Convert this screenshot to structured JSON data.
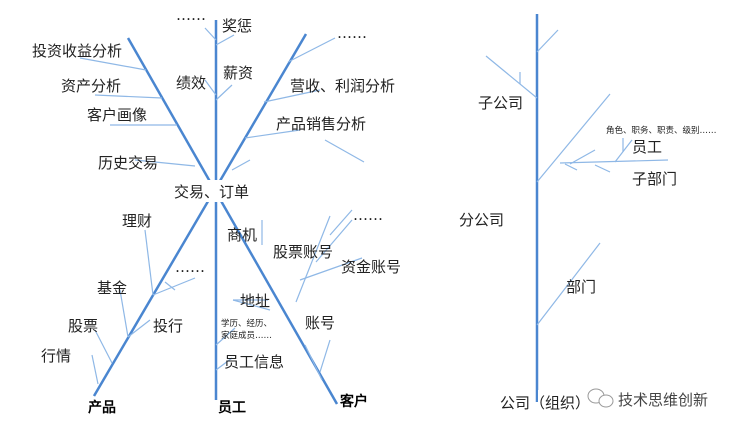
{
  "left_diagram": {
    "axes": {
      "product": "产品",
      "employee": "员工",
      "customer": "客户"
    },
    "center": "交易、订单",
    "labels": {
      "ellipsis_top": "……",
      "reward": "奖惩",
      "invest": "投资收益分析",
      "ellipsis_tr": "……",
      "performance": "绩效",
      "salary": "薪资",
      "asset": "资产分析",
      "revenue": "营收、利润分析",
      "portrait": "客户画像",
      "sales": "产品销售分析",
      "history": "历史交易",
      "wealth": "理财",
      "opportunity": "商机",
      "ellipsis_cr": "……",
      "stock_acct": "股票账号",
      "fund_acct": "资金账号",
      "ellipsis_l": "……",
      "fund": "基金",
      "address": "地址",
      "stock": "股票",
      "bank": "投行",
      "account": "账号",
      "edu": "学历、经历、",
      "family": "家庭成员……",
      "market": "行情",
      "emp_info": "员工信息"
    }
  },
  "right_diagram": {
    "axis": "公司（组织）",
    "labels": {
      "subsidiary": "子公司",
      "roles": "角色、职务、职责、级别……",
      "employee": "员工",
      "subdept": "子部门",
      "branch": "分公司",
      "dept": "部门"
    }
  },
  "watermark": "技术思维创新"
}
